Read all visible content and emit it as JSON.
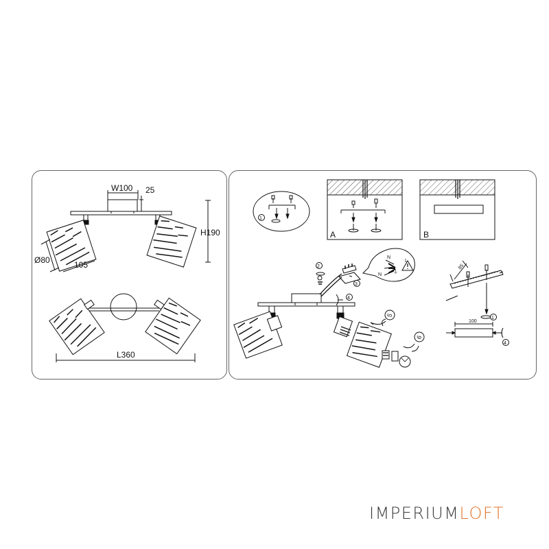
{
  "dimensions": {
    "width_label": "W100",
    "depth_label": "25",
    "height_label": "H190",
    "diameter_label": "Ø80",
    "shade_length_label": "105",
    "length_label": "L360"
  },
  "installation": {
    "panel_a_label": "A",
    "panel_b_label": "B",
    "steps": [
      "1",
      "2",
      "3",
      "4",
      "5",
      "6"
    ],
    "wiring_labels": {
      "neutral": "N",
      "live": "L",
      "ground": "⏚"
    },
    "bracket_length": "100",
    "drill_offset": "85"
  },
  "brand": {
    "part1": "IMPERIUM",
    "part2": "LOFT",
    "accent_color": "#e2752b"
  }
}
